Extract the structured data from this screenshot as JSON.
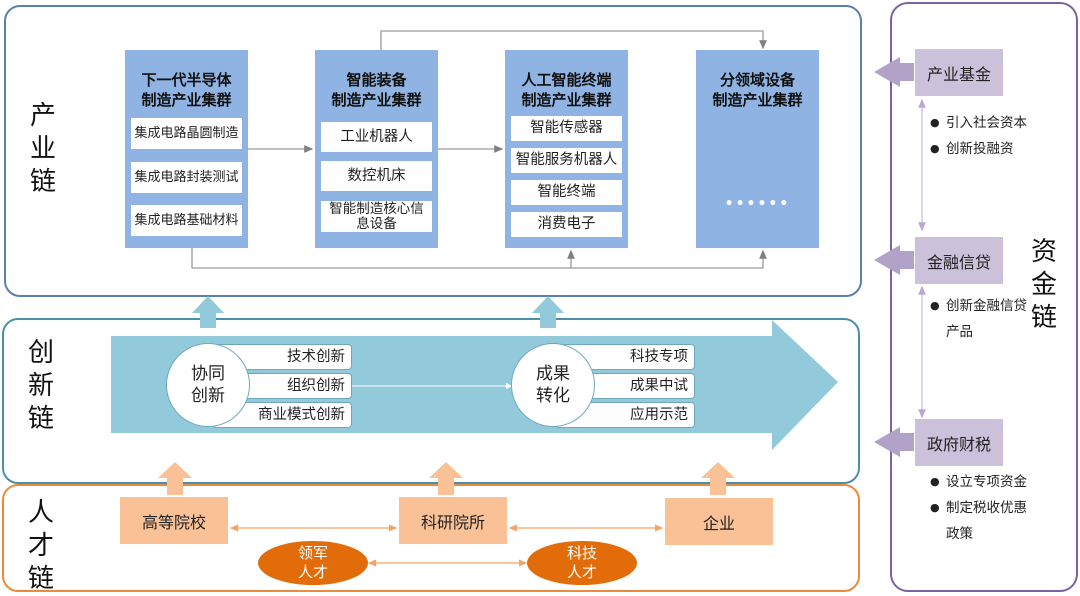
{
  "industry_chain": {
    "label": "产\n业\n链",
    "clusters": [
      {
        "title": "下一代半导体\n制造产业集群",
        "items": [
          "集成电路晶圆制造",
          "集成电路封装测试",
          "集成电路基础材料"
        ]
      },
      {
        "title": "智能装备\n制造产业集群",
        "items": [
          "工业机器人",
          "数控机床",
          "智能制造核心信息设备"
        ]
      },
      {
        "title": "人工智能终端\n制造产业集群",
        "items": [
          "智能传感器",
          "智能服务机器人",
          "智能终端",
          "消费电子"
        ]
      },
      {
        "title": "分领域设备\n制造产业集群",
        "items": [],
        "ellipsis": "••••••"
      }
    ]
  },
  "innovation_chain": {
    "label": "创\n新\n链",
    "groups": [
      {
        "center": "协同\n创新",
        "items": [
          "技术创新",
          "组织创新",
          "商业模式创新"
        ]
      },
      {
        "center": "成果\n转化",
        "items": [
          "科技专项",
          "成果中试",
          "应用示范"
        ]
      }
    ]
  },
  "talent_chain": {
    "label": "人\n才\n链",
    "institutions": [
      "高等院校",
      "科研院所",
      "企业"
    ],
    "talent_types": [
      "领军\n人才",
      "科技\n人才"
    ]
  },
  "capital_chain": {
    "label": "资\n金\n链",
    "sources": [
      {
        "name": "产业基金",
        "bullets": [
          "引入社会资本",
          "创新投融资"
        ]
      },
      {
        "name": "金融信贷",
        "bullets": [
          "创新金融信贷产品"
        ]
      },
      {
        "name": "政府财税",
        "bullets": [
          "设立专项资金",
          "制定税收优惠政策"
        ]
      }
    ]
  },
  "colors": {
    "industry_border": "#5b7fae",
    "cluster_fill": "#8fb4e3",
    "innovation_border": "#4a90a8",
    "innovation_fill": "#93cadb",
    "talent_border": "#ec8a3d",
    "talent_box": "#f9c195",
    "talent_ellipse": "#e36c0a",
    "capital_border": "#7a63a0",
    "capital_box": "#ccc1da",
    "capital_arrow": "#b3a2c7"
  }
}
